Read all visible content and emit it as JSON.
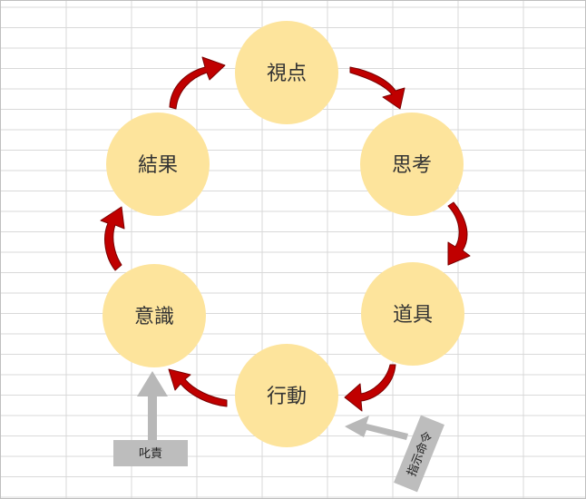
{
  "colors": {
    "grid": "#d9d9d9",
    "sheet_border": "#bfbfbf",
    "node_fill": "#fde49c",
    "arrow_fill": "#c00000",
    "arrow_stroke": "#7a0000",
    "gray_arrow": "#b8b8b8",
    "label_box_fill": "#bdbdbd"
  },
  "cycle": {
    "nodes": [
      {
        "label": "視点"
      },
      {
        "label": "思考"
      },
      {
        "label": "道具"
      },
      {
        "label": "行動"
      },
      {
        "label": "意識"
      },
      {
        "label": "結果"
      }
    ]
  },
  "inputs": {
    "scold": {
      "label": "叱責"
    },
    "instruction": {
      "label": "指示命令"
    }
  }
}
